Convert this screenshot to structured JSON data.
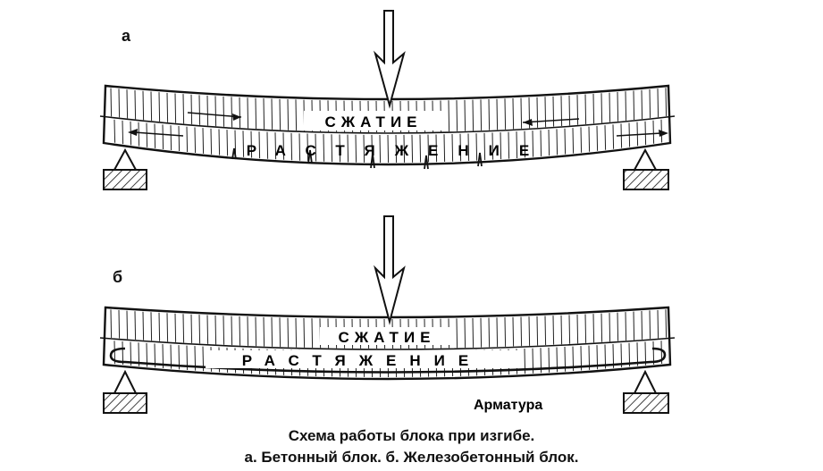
{
  "panels": {
    "a": {
      "label": "а",
      "compression": "СЖАТИЕ",
      "tension": "РАСТЯЖЕНИЕ"
    },
    "b": {
      "label": "б",
      "compression": "СЖАТИЕ",
      "tension": "РАСТЯЖЕНИЕ",
      "rebar_label": "Арматура"
    }
  },
  "caption": {
    "line1": "Схема работы блока при изгибе.",
    "line2": "а. Бетонный блок. б. Железобетонный блок."
  }
}
